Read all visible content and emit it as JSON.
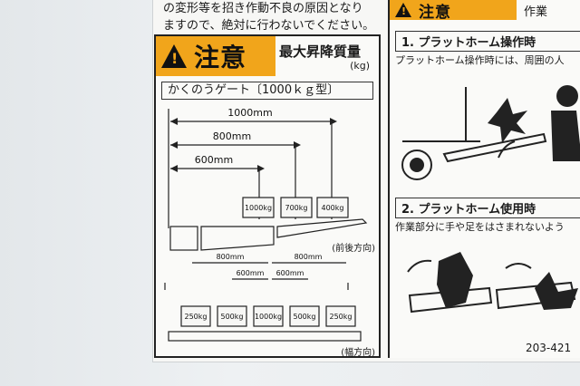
{
  "sticker": {
    "top_text": [
      "の変形等を招き作動不良の原因となり",
      "ますので、絶対に行わないでください。"
    ],
    "left_panel": {
      "caution_word": "注意",
      "max_label": "最大昇降質量",
      "unit": "(kg)",
      "model": "かくのうゲート〔1000ｋｇ型〕",
      "front_back": {
        "distances": [
          "1000mm",
          "800mm",
          "600mm"
        ],
        "weights": [
          "1000kg",
          "700kg",
          "400kg"
        ],
        "direction": "(前後方向)"
      },
      "width": {
        "spans": [
          "800mm",
          "800mm",
          "600mm",
          "600mm"
        ],
        "weights": [
          "250kg",
          "500kg",
          "1000kg",
          "500kg",
          "250kg"
        ],
        "direction": "(幅方向)"
      }
    },
    "right_panel": {
      "caution_word": "注意",
      "work_label": "作業",
      "section1_title": "1. プラットホーム操作時",
      "section1_text": "プラットホーム操作時には、周囲の人",
      "section2_title": "2. プラットホーム使用時",
      "section2_text": "作業部分に手や足をはさまれないよう",
      "code": "203-421"
    },
    "colors": {
      "warning_orange": "#f1a51b",
      "ink": "#1a1a1a"
    }
  }
}
